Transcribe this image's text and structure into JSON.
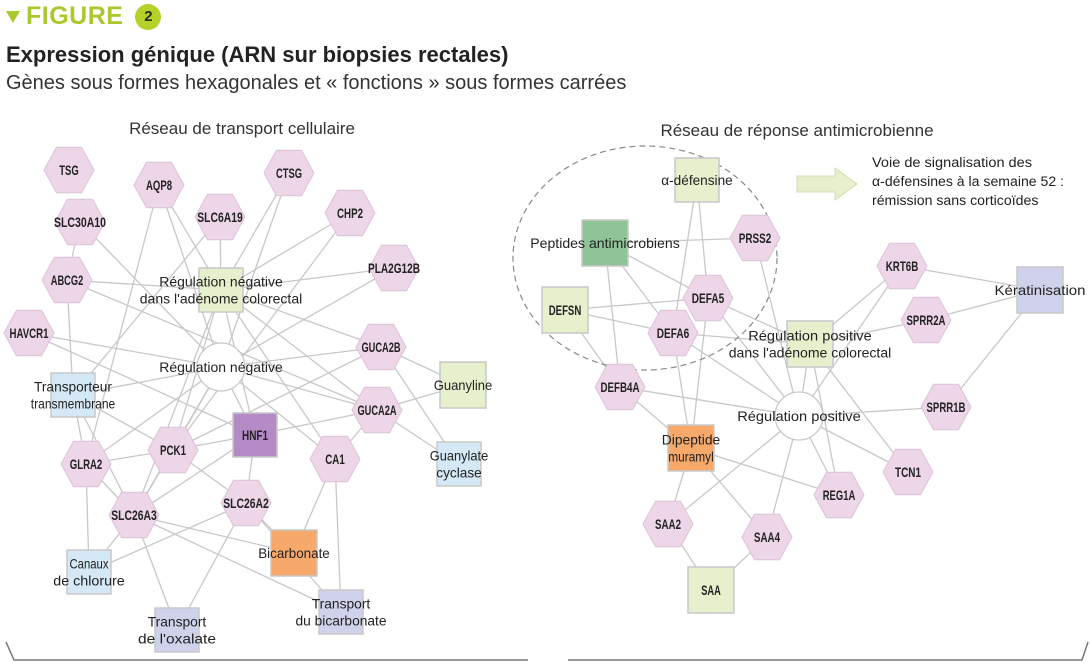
{
  "figure": {
    "label": "FIGURE",
    "number": "2",
    "accent_color": "#a9c92c"
  },
  "title": "Expression génique (ARN sur biopsies rectales)",
  "subtitle": "Gènes sous formes hexagonales et « fonctions » sous formes carrées",
  "legend_colors": {
    "gene": "#ecd6e8",
    "function_green": "#e6f0cc",
    "function_blue": "#d4e8f5",
    "function_purple": "#b48bc7",
    "function_orange": "#f6a96a",
    "function_lavender": "#cfd2ea",
    "function_darkgreen": "#8fc497",
    "hub": "#ffffff",
    "edge": "#c8c8c8"
  },
  "networks": [
    {
      "id": "transport",
      "title": "Réseau de transport cellulaire",
      "nodes": [
        {
          "id": "TSG",
          "label": "TSG",
          "shape": "hex",
          "color": "gene"
        },
        {
          "id": "AQP8",
          "label": "AQP8",
          "shape": "hex",
          "color": "gene"
        },
        {
          "id": "CTSG",
          "label": "CTSG",
          "shape": "hex",
          "color": "gene"
        },
        {
          "id": "SLC30A10",
          "label": "SLC30A10",
          "shape": "hex",
          "color": "gene"
        },
        {
          "id": "SLC6A19",
          "label": "SLC6A19",
          "shape": "hex",
          "color": "gene"
        },
        {
          "id": "CHP2",
          "label": "CHP2",
          "shape": "hex",
          "color": "gene"
        },
        {
          "id": "ABCG2",
          "label": "ABCG2",
          "shape": "hex",
          "color": "gene"
        },
        {
          "id": "PLA2G12B",
          "label": "PLA2G12B",
          "shape": "hex",
          "color": "gene"
        },
        {
          "id": "RNAC",
          "label": "Régulation négative\ndans l'adénome colorectal",
          "shape": "square",
          "color": "function_green"
        },
        {
          "id": "HAVCR1",
          "label": "HAVCR1",
          "shape": "hex",
          "color": "gene"
        },
        {
          "id": "GUCA2B",
          "label": "GUCA2B",
          "shape": "hex",
          "color": "gene"
        },
        {
          "id": "RN",
          "label": "Régulation négative",
          "shape": "circle",
          "color": "hub"
        },
        {
          "id": "TT",
          "label": "Transporteur\ntransmembrane",
          "shape": "square",
          "color": "function_blue"
        },
        {
          "id": "GUANYLINE",
          "label": "Guanyline",
          "shape": "square",
          "color": "function_green"
        },
        {
          "id": "GUCA2A",
          "label": "GUCA2A",
          "shape": "hex",
          "color": "gene"
        },
        {
          "id": "HNF1",
          "label": "HNF1",
          "shape": "square",
          "color": "function_purple"
        },
        {
          "id": "PCK1",
          "label": "PCK1",
          "shape": "hex",
          "color": "gene"
        },
        {
          "id": "GLRA2",
          "label": "GLRA2",
          "shape": "hex",
          "color": "gene"
        },
        {
          "id": "CA1",
          "label": "CA1",
          "shape": "hex",
          "color": "gene"
        },
        {
          "id": "GC",
          "label": "Guanylate\ncyclase",
          "shape": "square",
          "color": "function_blue"
        },
        {
          "id": "SLC26A3",
          "label": "SLC26A3",
          "shape": "hex",
          "color": "gene"
        },
        {
          "id": "SLC26A2",
          "label": "SLC26A2",
          "shape": "hex",
          "color": "gene"
        },
        {
          "id": "BICARB",
          "label": "Bicarbonate",
          "shape": "square",
          "color": "function_orange"
        },
        {
          "id": "CC",
          "label": "Canaux\nde chlorure",
          "shape": "square",
          "color": "function_blue"
        },
        {
          "id": "TB",
          "label": "Transport\ndu bicarbonate",
          "shape": "square",
          "color": "function_lavender"
        },
        {
          "id": "TO",
          "label": "Transport\nde l'oxalate",
          "shape": "square",
          "color": "function_lavender"
        }
      ],
      "edges": [
        [
          "SLC30A10",
          "ABCG2"
        ],
        [
          "SLC30A10",
          "RN"
        ],
        [
          "AQP8",
          "RNAC"
        ],
        [
          "AQP8",
          "RN"
        ],
        [
          "AQP8",
          "GLRA2"
        ],
        [
          "SLC6A19",
          "RNAC"
        ],
        [
          "SLC6A19",
          "TT"
        ],
        [
          "CTSG",
          "RNAC"
        ],
        [
          "CTSG",
          "RN"
        ],
        [
          "CHP2",
          "RNAC"
        ],
        [
          "CHP2",
          "PCK1"
        ],
        [
          "ABCG2",
          "RNAC"
        ],
        [
          "ABCG2",
          "TT"
        ],
        [
          "ABCG2",
          "GUCA2A"
        ],
        [
          "PLA2G12B",
          "RNAC"
        ],
        [
          "PLA2G12B",
          "RN"
        ],
        [
          "HAVCR1",
          "RN"
        ],
        [
          "HAVCR1",
          "HNF1"
        ],
        [
          "RNAC",
          "GUCA2B"
        ],
        [
          "RNAC",
          "CA1"
        ],
        [
          "RNAC",
          "PCK1"
        ],
        [
          "RNAC",
          "SLC26A3"
        ],
        [
          "RNAC",
          "GUCA2A"
        ],
        [
          "RNAC",
          "HNF1"
        ],
        [
          "RN",
          "GUCA2B"
        ],
        [
          "RN",
          "GUCA2A"
        ],
        [
          "RN",
          "PCK1"
        ],
        [
          "RN",
          "HNF1"
        ],
        [
          "RN",
          "SLC26A3"
        ],
        [
          "RN",
          "CA1"
        ],
        [
          "RN",
          "GLRA2"
        ],
        [
          "RN",
          "TT"
        ],
        [
          "GUCA2B",
          "GUANYLINE"
        ],
        [
          "GUCA2B",
          "GC"
        ],
        [
          "GUCA2B",
          "PCK1"
        ],
        [
          "GUCA2A",
          "GUANYLINE"
        ],
        [
          "GUCA2A",
          "GC"
        ],
        [
          "GUCA2A",
          "CA1"
        ],
        [
          "GUCA2A",
          "HNF1"
        ],
        [
          "TT",
          "GLRA2"
        ],
        [
          "TT",
          "PCK1"
        ],
        [
          "TT",
          "SLC26A3"
        ],
        [
          "PCK1",
          "GLRA2"
        ],
        [
          "PCK1",
          "HNF1"
        ],
        [
          "PCK1",
          "SLC26A3"
        ],
        [
          "PCK1",
          "SLC26A2"
        ],
        [
          "HNF1",
          "SLC26A2"
        ],
        [
          "HNF1",
          "SLC26A3"
        ],
        [
          "GLRA2",
          "SLC26A3"
        ],
        [
          "GLRA2",
          "CC"
        ],
        [
          "SLC26A3",
          "CC"
        ],
        [
          "SLC26A3",
          "TO"
        ],
        [
          "SLC26A3",
          "BICARB"
        ],
        [
          "SLC26A3",
          "TB"
        ],
        [
          "SLC26A2",
          "CC"
        ],
        [
          "SLC26A2",
          "TO"
        ],
        [
          "SLC26A2",
          "BICARB"
        ],
        [
          "SLC26A2",
          "TB"
        ],
        [
          "CA1",
          "BICARB"
        ],
        [
          "CA1",
          "TB"
        ]
      ]
    },
    {
      "id": "antimicrobial",
      "title": "Réseau de réponse antimicrobienne",
      "annotation": "Voie de signalisation des\nα-défensines à la semaine 52 :\nrémission sans corticoïdes",
      "nodes": [
        {
          "id": "ADEF",
          "label": "α-défensine",
          "shape": "square",
          "color": "function_green"
        },
        {
          "id": "PEP",
          "label": "Peptides antimicrobiens",
          "shape": "square",
          "color": "function_darkgreen"
        },
        {
          "id": "PRSS2",
          "label": "PRSS2",
          "shape": "hex",
          "color": "gene"
        },
        {
          "id": "KRT6B",
          "label": "KRT6B",
          "shape": "hex",
          "color": "gene"
        },
        {
          "id": "KERAT",
          "label": "Kératinisation",
          "shape": "square",
          "color": "function_lavender"
        },
        {
          "id": "DEFSN",
          "label": "DEFSN",
          "shape": "square",
          "color": "function_green"
        },
        {
          "id": "DEFA5",
          "label": "DEFA5",
          "shape": "hex",
          "color": "gene"
        },
        {
          "id": "SPRR2A",
          "label": "SPRR2A",
          "shape": "hex",
          "color": "gene"
        },
        {
          "id": "DEFA6",
          "label": "DEFA6",
          "shape": "hex",
          "color": "gene"
        },
        {
          "id": "RPAC",
          "label": "Régulation positive\ndans l'adénome colorectal",
          "shape": "square",
          "color": "function_green"
        },
        {
          "id": "DEFB4A",
          "label": "DEFB4A",
          "shape": "hex",
          "color": "gene"
        },
        {
          "id": "RP",
          "label": "Régulation positive",
          "shape": "circle",
          "color": "hub"
        },
        {
          "id": "SPRR1B",
          "label": "SPRR1B",
          "shape": "hex",
          "color": "gene"
        },
        {
          "id": "DM",
          "label": "Dipeptide\nmuramyl",
          "shape": "square",
          "color": "function_orange"
        },
        {
          "id": "TCN1",
          "label": "TCN1",
          "shape": "hex",
          "color": "gene"
        },
        {
          "id": "REG1A",
          "label": "REG1A",
          "shape": "hex",
          "color": "gene"
        },
        {
          "id": "SAA2",
          "label": "SAA2",
          "shape": "hex",
          "color": "gene"
        },
        {
          "id": "SAA4",
          "label": "SAA4",
          "shape": "hex",
          "color": "gene"
        },
        {
          "id": "SAA",
          "label": "SAA",
          "shape": "square",
          "color": "function_green"
        }
      ],
      "edges": [
        [
          "ADEF",
          "DEFA5"
        ],
        [
          "ADEF",
          "DEFA6"
        ],
        [
          "PEP",
          "PRSS2"
        ],
        [
          "PEP",
          "DEFA5"
        ],
        [
          "PEP",
          "DEFA6"
        ],
        [
          "PEP",
          "DEFB4A"
        ],
        [
          "PRSS2",
          "RP"
        ],
        [
          "DEFSN",
          "DEFA5"
        ],
        [
          "DEFSN",
          "DEFA6"
        ],
        [
          "DEFSN",
          "DEFB4A"
        ],
        [
          "DEFA5",
          "RPAC"
        ],
        [
          "DEFA5",
          "DM"
        ],
        [
          "DEFA5",
          "RP"
        ],
        [
          "DEFA6",
          "RPAC"
        ],
        [
          "DEFA6",
          "DM"
        ],
        [
          "DEFA6",
          "RP"
        ],
        [
          "DEFB4A",
          "RP"
        ],
        [
          "DEFB4A",
          "DM"
        ],
        [
          "KRT6B",
          "KERAT"
        ],
        [
          "KRT6B",
          "RPAC"
        ],
        [
          "KRT6B",
          "RP"
        ],
        [
          "SPRR2A",
          "KERAT"
        ],
        [
          "SPRR2A",
          "RPAC"
        ],
        [
          "SPRR1B",
          "KERAT"
        ],
        [
          "SPRR1B",
          "RP"
        ],
        [
          "RPAC",
          "RP"
        ],
        [
          "RPAC",
          "TCN1"
        ],
        [
          "RPAC",
          "REG1A"
        ],
        [
          "RP",
          "TCN1"
        ],
        [
          "RP",
          "REG1A"
        ],
        [
          "RP",
          "SAA2"
        ],
        [
          "RP",
          "SAA4"
        ],
        [
          "DM",
          "REG1A"
        ],
        [
          "DM",
          "SAA2"
        ],
        [
          "DM",
          "SAA4"
        ],
        [
          "SAA2",
          "SAA"
        ],
        [
          "SAA4",
          "SAA"
        ]
      ]
    }
  ]
}
